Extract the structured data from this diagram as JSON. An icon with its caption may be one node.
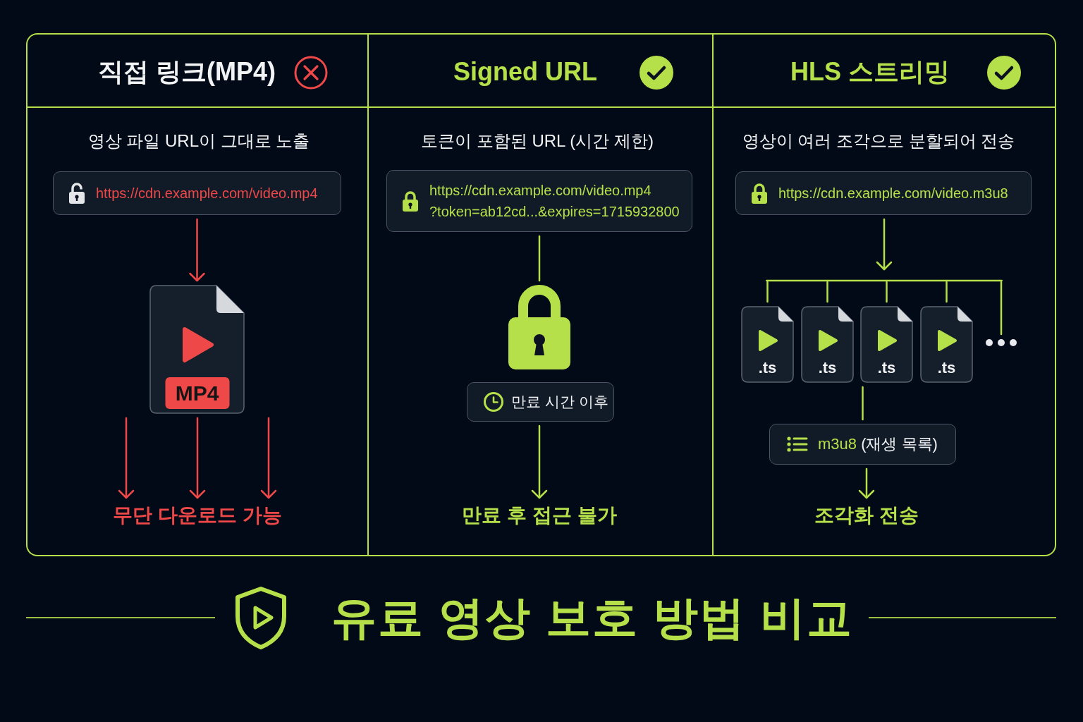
{
  "diagram": {
    "title": "유료 영상 보호 방법 비교",
    "nodes": [
      {
        "text": [
          "직접 링크(MP4)",
          "영상 파일 URL이 그대로 노출"
        ]
      },
      {
        "text": [
          "https://cdn.example.com/video.mp4"
        ],
        "in": 0
      },
      {
        "text": [
          "MP4"
        ],
        "in": 0
      },
      {
        "text": [
          "무단 다운로드 가능"
        ],
        "in": 0
      },
      {
        "text": [
          "Signed URL",
          "토큰이 포함된 URL (시간 제한)"
        ]
      },
      {
        "text": [
          "https://cdn.example.com/video.mp4 ?token=ab12cd...&expires=1715932800"
        ],
        "in": 4
      },
      {
        "text": [],
        "shape": "picture",
        "in": 4
      },
      {
        "text": [
          "만료 시간 이후"
        ],
        "in": 4
      },
      {
        "text": [
          "만료 후 접근 불가"
        ],
        "in": 4
      },
      {
        "text": [
          "HLS 스트리밍",
          "영상이 여러 조각으로 분할되어 전송"
        ]
      },
      {
        "text": [
          "https://cdn.example.com/video.m3u8"
        ],
        "in": 9
      },
      {
        "text": [],
        "shape": "bar",
        "in": 9
      },
      {
        "text": [
          ".ts"
        ],
        "in": 9
      },
      {
        "text": [
          ".ts"
        ],
        "in": 9
      },
      {
        "text": [
          ".ts"
        ],
        "in": 9
      },
      {
        "text": [
          ".ts"
        ],
        "in": 9
      },
      {
        "text": [],
        "shape": "dots",
        "in": 9
      },
      {
        "text": [
          "m3u8 (재생 목록)"
        ],
        "in": 9
      },
      {
        "text": [
          "조각화 전송"
        ],
        "in": 9
      }
    ],
    "edges": [
      {
        "from": 1,
        "to": 2,
        "arrow": "to",
        "color": "#ef4848"
      },
      {
        "from": 2,
        "to": 3,
        "arrow": "to",
        "color": "#ef4848"
      },
      {
        "from": 2,
        "to": 3,
        "arrow": "to",
        "color": "#ef4848"
      },
      {
        "from": 2,
        "to": 3,
        "arrow": "to",
        "color": "#ef4848"
      },
      {
        "from": 5,
        "to": 6,
        "arrow": "none"
      },
      {
        "from": 7,
        "to": 8,
        "arrow": "to"
      },
      {
        "from": 10,
        "to": 11,
        "arrow": "to"
      },
      {
        "from": 11,
        "to": 12,
        "arrow": "none"
      },
      {
        "from": 11,
        "to": 13,
        "arrow": "none"
      },
      {
        "from": 11,
        "to": 14,
        "arrow": "none"
      },
      {
        "from": 11,
        "to": 15,
        "arrow": "none"
      },
      {
        "from": 11,
        "to": 16,
        "arrow": "none"
      },
      {
        "from": 14,
        "to": 17,
        "arrow": "none"
      },
      {
        "from": 17,
        "to": 18,
        "arrow": "to"
      }
    ]
  }
}
